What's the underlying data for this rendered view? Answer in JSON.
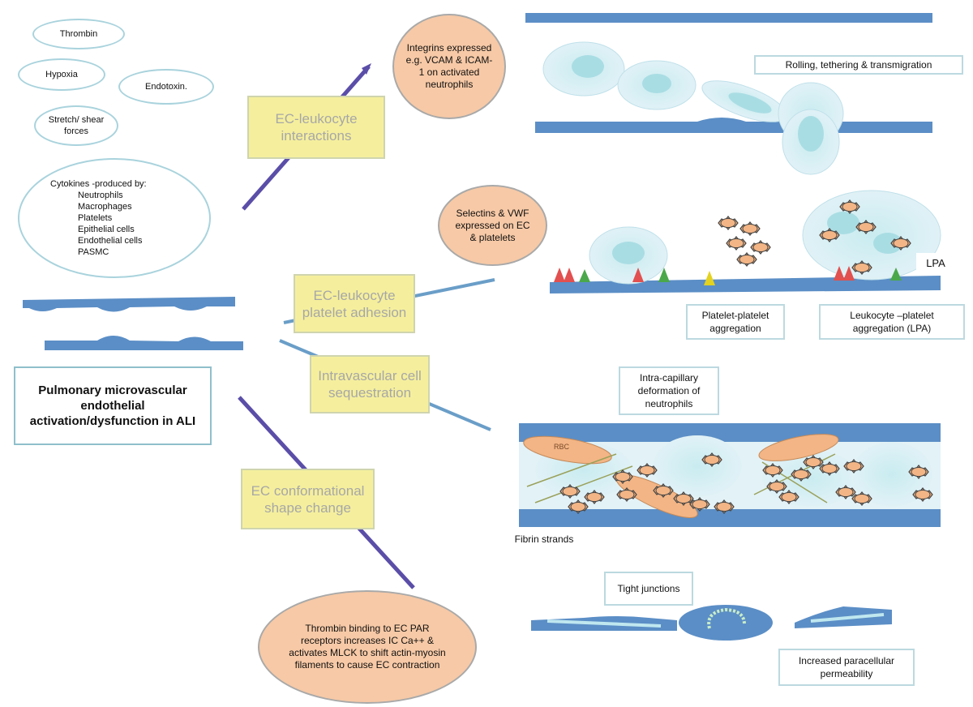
{
  "triggers": {
    "thrombin": "Thrombin",
    "hypoxia": "Hypoxia",
    "endotoxin": "Endotoxin.",
    "stretch": "Stretch/ shear forces"
  },
  "cytokines": {
    "heading": "Cytokines -produced by:",
    "items": [
      "Neutrophils",
      "Macrophages",
      "Platelets",
      "Epithelial cells",
      "Endothelial cells",
      "PASMC"
    ]
  },
  "main_title": "Pulmonary microvascular endothelial activation/dysfunction in ALI",
  "mechanisms": {
    "ec_leukocyte_interactions": "EC-leukocyte interactions",
    "ec_leukocyte_platelet_adhesion": "EC-leukocyte platelet adhesion",
    "intravascular_sequestration": "Intravascular cell sequestration",
    "ec_shape_change": "EC conformational shape change"
  },
  "details": {
    "integrins": "Integrins expressed e.g. VCAM & ICAM-1 on activated neutrophils",
    "selectins": "Selectins & VWF expressed on EC & platelets",
    "thrombin_binding": "Thrombin binding to EC PAR receptors increases IC Ca++ & activates MLCK to shift actin-myosin filaments to cause EC contraction"
  },
  "labels": {
    "rolling": "Rolling, tethering & transmigration",
    "lpa": "LPA",
    "platelet_aggregation": "Platelet-platelet aggregation",
    "lpa_full": "Leukocyte –platelet aggregation (LPA)",
    "deformation": "Intra-capillary deformation of neutrophils",
    "rbc": "RBC",
    "fibrin": "Fibrin strands",
    "tight_junctions": "Tight junctions",
    "permeability": "Increased paracellular permeability"
  },
  "colors": {
    "vessel_wall": "#5b8ec6",
    "cell_fill": "#d8eef3",
    "cell_body": "#b6e0e6",
    "platelet_fill": "#f3b585",
    "peach": "#f7c9a6",
    "yellow_box": "#f5ef9d",
    "arrow_purple": "#5a4ea8",
    "arrow_blue": "#6a9ec8",
    "receptor_red": "#e2504f",
    "receptor_green": "#4aa84a",
    "receptor_yellow": "#e3d21f"
  }
}
